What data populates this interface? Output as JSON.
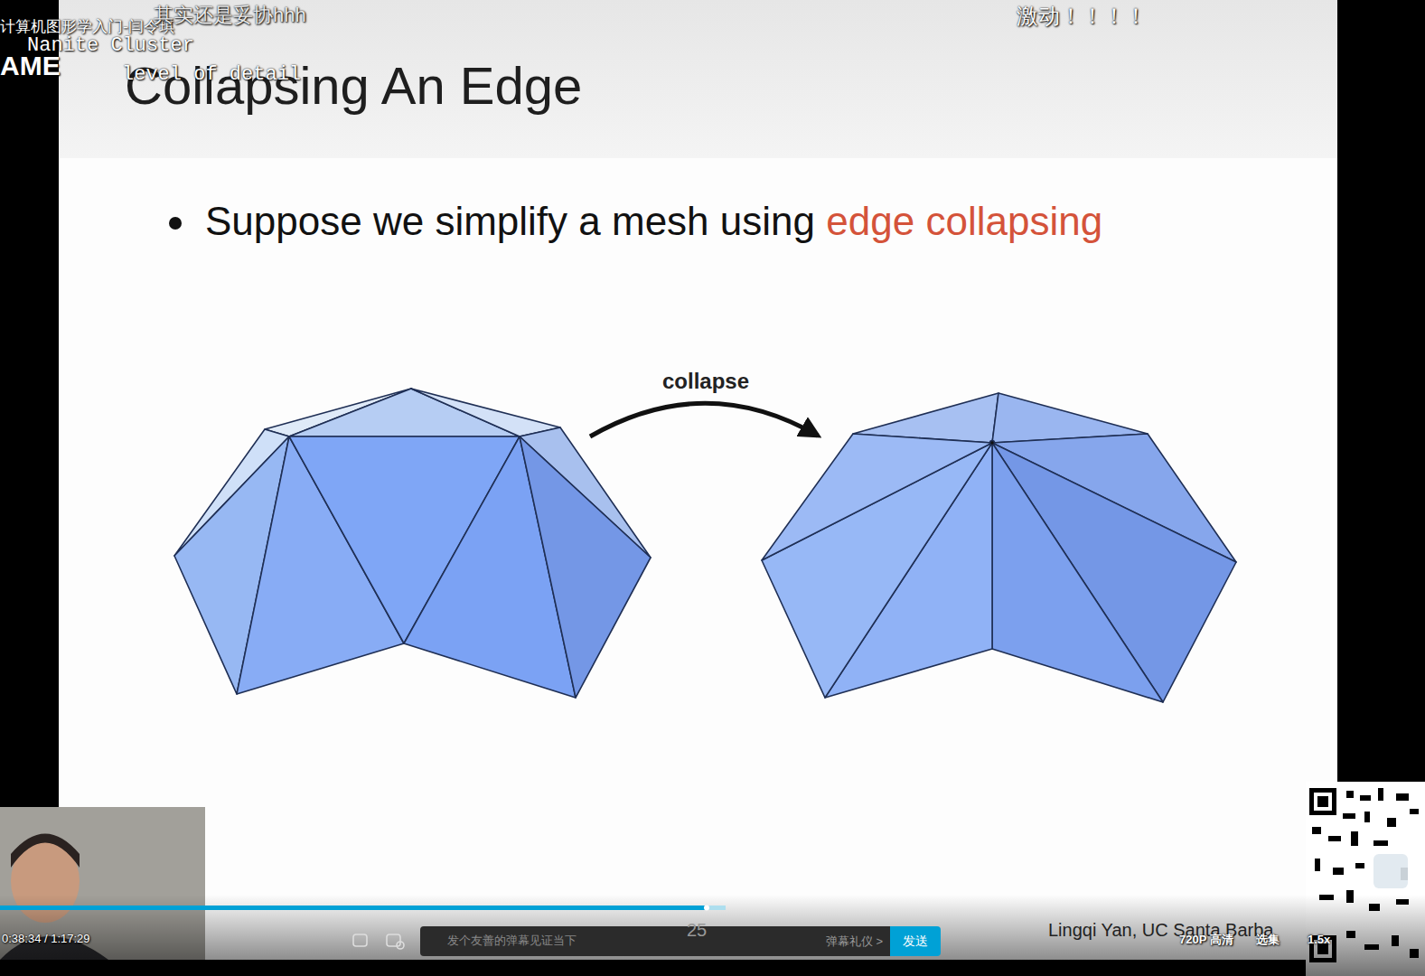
{
  "diagram": {
    "title": "Collapsing An Edge",
    "nodes": [
      {
        "text": [
          "发个友善的弹幕见证当下"
        ]
      },
      {
        "text": [
          "发送"
        ]
      }
    ],
    "labels": [
      "计算机图形学入门-闫令琪",
      "AME",
      "其实还是妥协hhh",
      "Nanite Cluster",
      "level of detail",
      "激动！！！！",
      "Suppose we simplify a mesh using",
      "edge collapsing",
      "collapse",
      "25",
      "Lingqi Yan, UC Santa Barba",
      "0:38:34 / 1:17:29",
      "弹幕礼仪 >",
      "720P 高清",
      "选集",
      "1.5x"
    ]
  }
}
